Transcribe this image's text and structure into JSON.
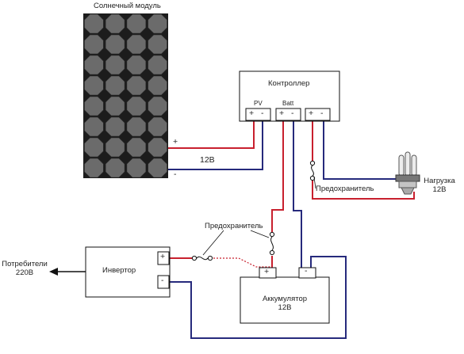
{
  "panel": {
    "title": "Солнечный модуль",
    "plus": "+",
    "minus": "-",
    "voltage": "12В"
  },
  "controller": {
    "title": "Контроллер",
    "pv_label": "PV",
    "batt_label": "Batt",
    "pv_plus": "+",
    "pv_minus": "-",
    "batt_plus": "+",
    "batt_minus": "-",
    "load_plus": "+",
    "load_minus": "-"
  },
  "load": {
    "label_line1": "Нагрузка",
    "label_line2": "12В"
  },
  "fuse_load": {
    "label": "Предохранитель"
  },
  "fuse_inverter": {
    "label": "Предохранитель"
  },
  "inverter": {
    "title": "Инвертор",
    "plus": "+",
    "minus": "-"
  },
  "consumers": {
    "line1": "Потребители",
    "line2": "220В"
  },
  "battery": {
    "title_line1": "Аккумулятор",
    "title_line2": "12В",
    "plus": "+",
    "minus": "-"
  },
  "colors": {
    "positive_wire": "#c8202e",
    "negative_wire": "#262a7c",
    "panel_cell": "#6b6b6b",
    "panel_bg": "#1c1c1c",
    "box_stroke": "#111111"
  }
}
